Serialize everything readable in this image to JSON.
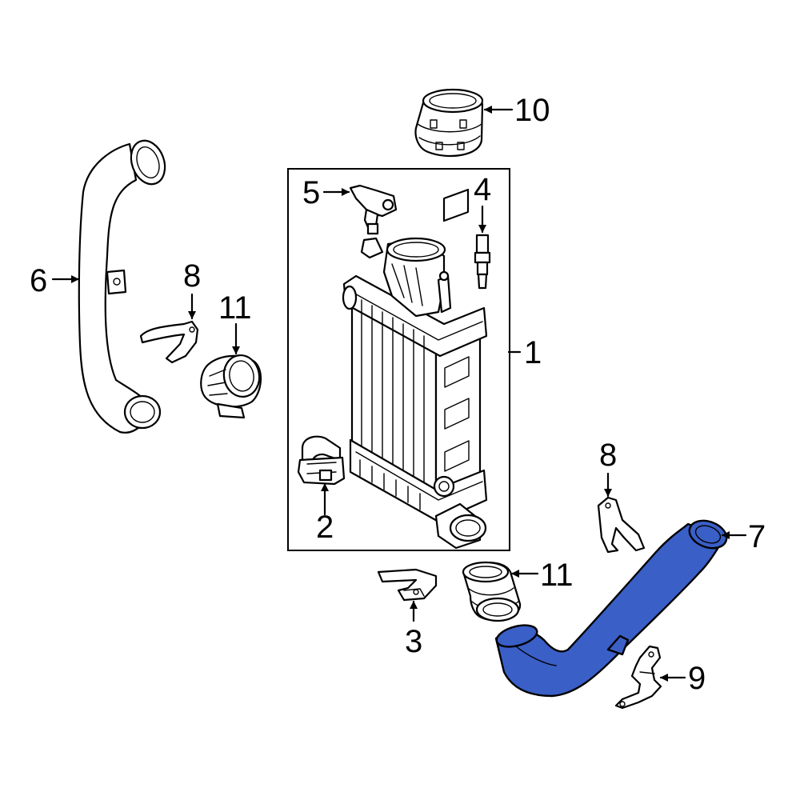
{
  "colors": {
    "highlight": "#3a5fc7",
    "line": "#000000",
    "background": "#ffffff"
  },
  "callouts": {
    "c1": "1",
    "c2": "2",
    "c3": "3",
    "c4": "4",
    "c5": "5",
    "c6": "6",
    "c7": "7",
    "c8a": "8",
    "c8b": "8",
    "c9": "9",
    "c10": "10",
    "c11a": "11",
    "c11b": "11"
  },
  "highlighted_part": "7"
}
